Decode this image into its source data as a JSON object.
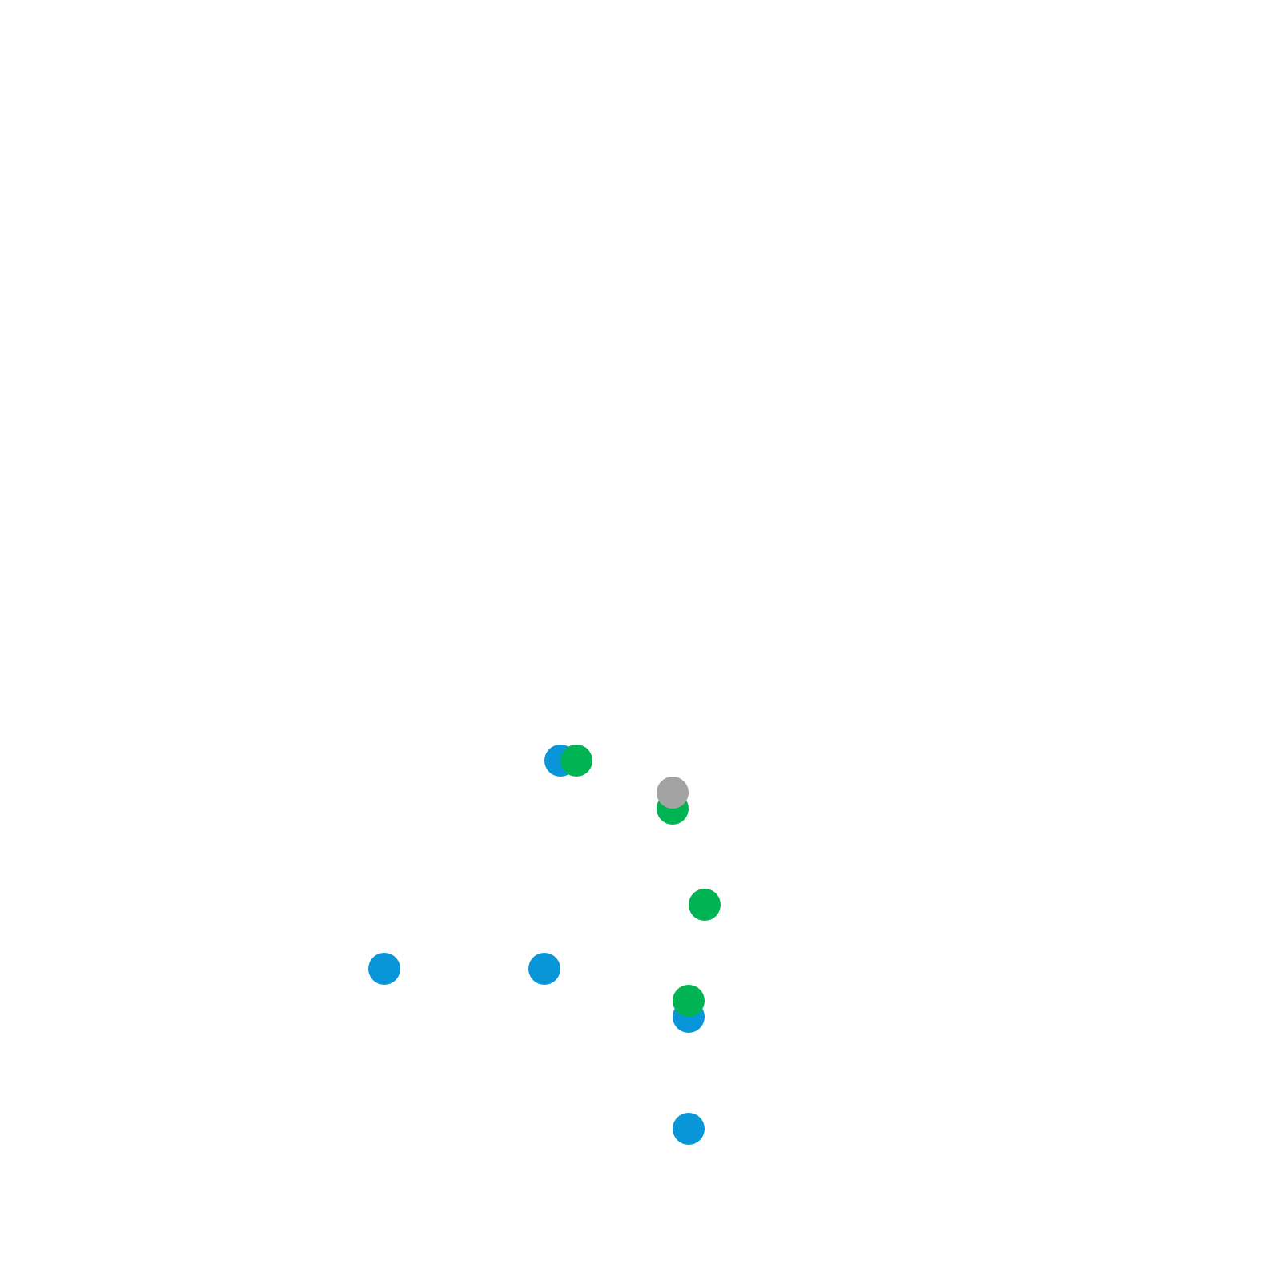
{
  "chart_data": {
    "type": "scatter",
    "xlim": [
      0,
      80
    ],
    "ylim": [
      0,
      80
    ],
    "grid": false,
    "legend": "none",
    "series": [
      {
        "color": "#0896d8",
        "points": [
          {
            "x": 35,
            "y": 32.5
          },
          {
            "x": 24,
            "y": 19.5
          },
          {
            "x": 34,
            "y": 19.5
          },
          {
            "x": 43,
            "y": 16.5
          },
          {
            "x": 43,
            "y": 9.5
          }
        ]
      },
      {
        "color": "#00b454",
        "points": [
          {
            "x": 36,
            "y": 32.5
          },
          {
            "x": 42,
            "y": 29.5
          },
          {
            "x": 44,
            "y": 23.5
          },
          {
            "x": 43,
            "y": 17.5
          }
        ]
      },
      {
        "color": "#a3a3a3",
        "points": [
          {
            "x": 42,
            "y": 30.5
          }
        ]
      }
    ]
  }
}
